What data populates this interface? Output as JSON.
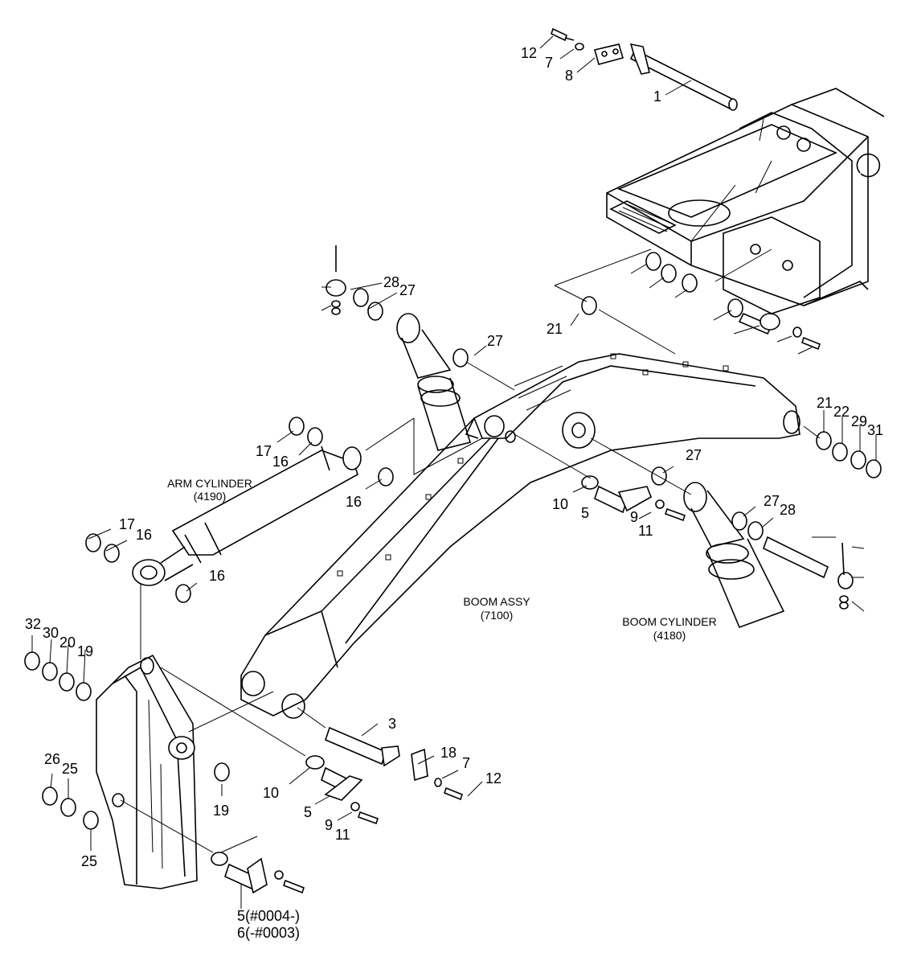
{
  "callouts": {
    "arm_cylinder": {
      "name": "ARM CYLINDER",
      "code": "(4190)"
    },
    "boom_assy": {
      "name": "BOOM ASSY",
      "code": "(7100)"
    },
    "boom_cylinder": {
      "name": "BOOM CYLINDER",
      "code": "(4180)"
    }
  },
  "labels": [
    "12",
    "7",
    "8",
    "1",
    "28",
    "27",
    "21",
    "27",
    "17",
    "16",
    "16",
    "17",
    "16",
    "16",
    "27",
    "10",
    "5",
    "9",
    "11",
    "27",
    "28",
    "21",
    "22",
    "29",
    "31",
    "32",
    "30",
    "20",
    "19",
    "3",
    "18",
    "7",
    "12",
    "10",
    "5",
    "9",
    "11",
    "19",
    "26",
    "25",
    "25",
    "5(#0004-)",
    "6(-#0003)"
  ]
}
